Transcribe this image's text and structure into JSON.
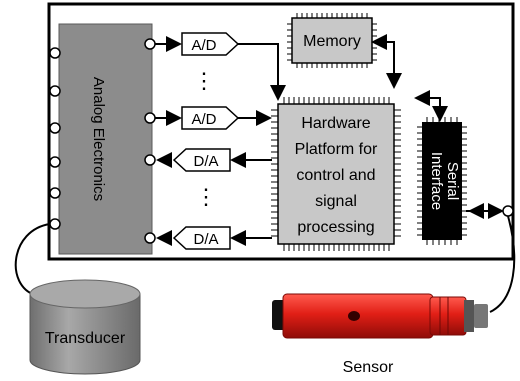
{
  "diagram": {
    "blocks": {
      "analog": "Analog Electronics",
      "memory": "Memory",
      "hardware": [
        "Hardware",
        "Platform for",
        "control and",
        "signal",
        "processing"
      ],
      "serial": [
        "Serial",
        "Interface"
      ]
    },
    "converters": {
      "ad_top": "A/D",
      "ad_bottom": "A/D",
      "da_top": "D/A",
      "da_bottom": "D/A",
      "ellipsis": "⋮"
    },
    "external": {
      "transducer": "Transducer",
      "sensor": "Sensor"
    },
    "colors": {
      "board_border": "#000000",
      "chip_gray": "#c8c8c8",
      "analog_gray": "#8c8c8c",
      "serial_chip": "#000000",
      "transducer_gray": "#8f8f8f",
      "sensor_red": "#e11f16"
    }
  }
}
